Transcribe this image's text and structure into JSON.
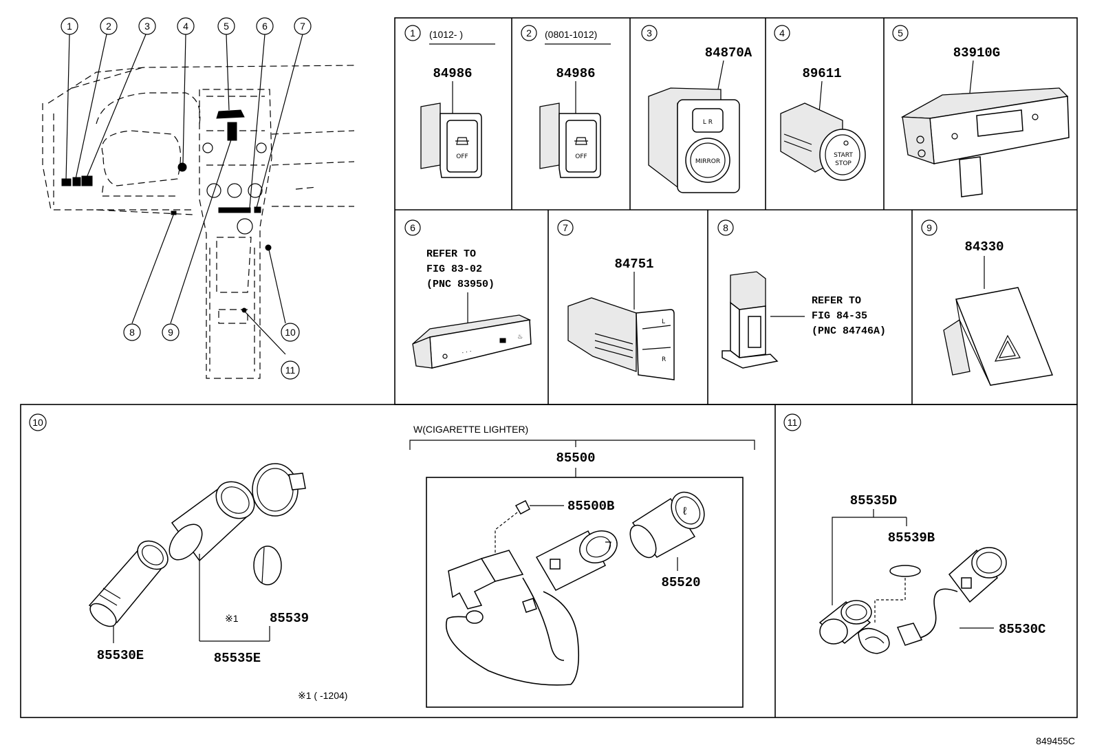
{
  "callouts": [
    "1",
    "2",
    "3",
    "4",
    "5",
    "6",
    "7",
    "8",
    "9",
    "10",
    "11"
  ],
  "panels": {
    "p1": {
      "num": "1",
      "range": "(1012-      )",
      "part": "84986"
    },
    "p2": {
      "num": "2",
      "range": "(0801-1012)",
      "part": "84986"
    },
    "p3": {
      "num": "3",
      "part": "84870A",
      "mirror_label": "MIRROR",
      "lr": "L  R"
    },
    "p4": {
      "num": "4",
      "part": "89611"
    },
    "p5": {
      "num": "5",
      "part": "83910G"
    },
    "p6": {
      "num": "6",
      "refer": [
        "REFER TO",
        "FIG 83-02",
        "(PNC 83950)"
      ]
    },
    "p7": {
      "num": "7",
      "part": "84751"
    },
    "p8": {
      "num": "8",
      "refer": [
        "REFER TO",
        "FIG 84-35",
        "(PNC 84746A)"
      ]
    },
    "p9": {
      "num": "9",
      "part": "84330"
    },
    "p10": {
      "num": "10",
      "header": "W(CIGARETTE LIGHTER)",
      "parts": {
        "a": "85530E",
        "b": "85535E",
        "c": "85539",
        "c_mark": "※1",
        "d": "85500",
        "e": "85500B",
        "f": "85520"
      },
      "footnote": "※1 (      -1204)"
    },
    "p11": {
      "num": "11",
      "parts": {
        "a": "85535D",
        "b": "85539B",
        "c": "85530C"
      }
    }
  },
  "figure_id": "849455C"
}
